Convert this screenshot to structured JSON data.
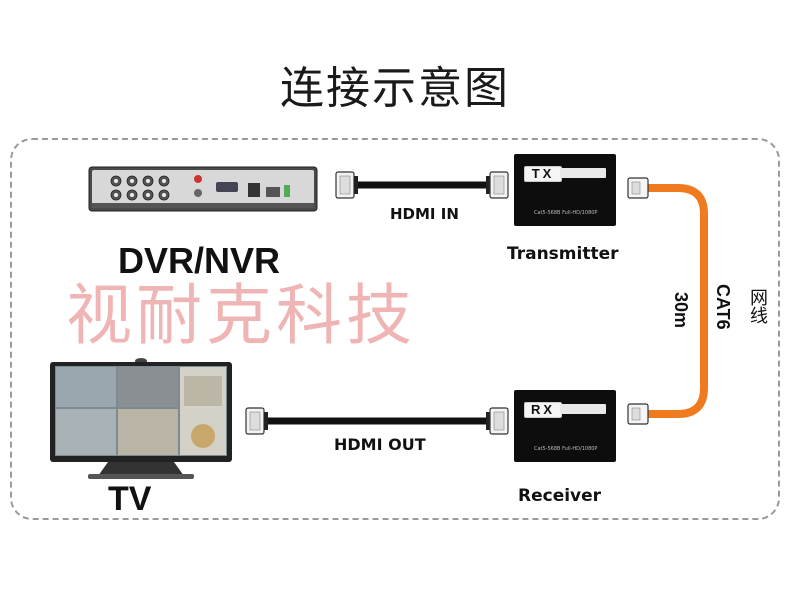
{
  "title": "连接示意图",
  "labels": {
    "dvr": "DVR/NVR",
    "tv": "TV",
    "hdmi_in": "HDMI IN",
    "hdmi_out": "HDMI OUT",
    "transmitter": "Transmitter",
    "receiver": "Receiver",
    "distance": "30m",
    "cable": "CAT6",
    "cable_cn": "网线"
  },
  "devices": {
    "tx_badge": "TX",
    "rx_badge": "RX",
    "tx_spec": "Cat5-568B    Full-HD/1080P",
    "rx_spec": "Cat5-568B    Full-HD/1080P"
  },
  "watermark": "视耐克科技",
  "colors": {
    "cat_cable": "#f07b1e",
    "hdmi_cable": "#111111",
    "frame": "#9a9a9a"
  }
}
